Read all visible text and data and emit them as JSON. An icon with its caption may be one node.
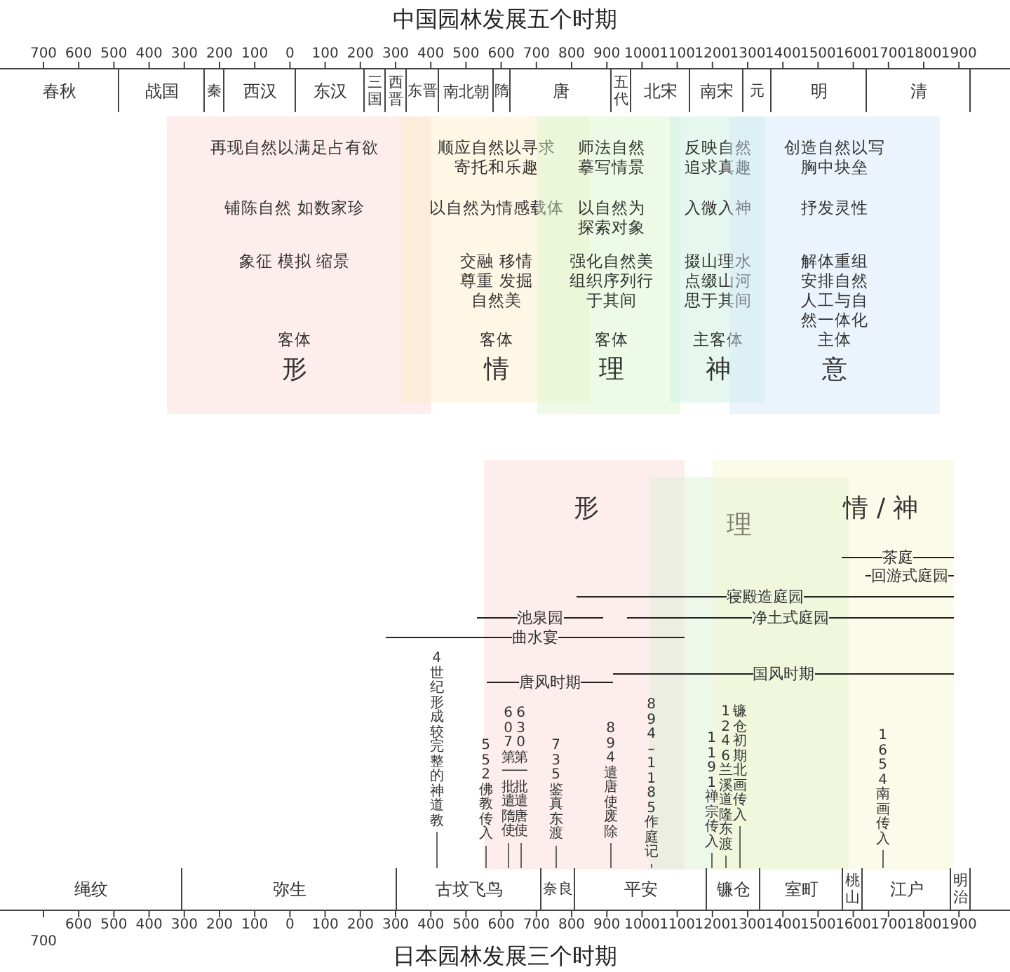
{
  "diagram": {
    "title": "中国园林发展五个时期",
    "caption": "日本园林发展三个时期",
    "nodes": [
      {
        "text": [
          "再现自然以满足占有欲",
          "铺陈自然 如数家珍",
          "象征 模拟 缩景",
          "客体",
          "形"
        ]
      },
      {
        "text": [
          "顺应自然以寻求寄托和乐趣",
          "以自然为情感载体",
          "交融 移情尊重 发掘自然美",
          "客体",
          "情"
        ]
      },
      {
        "text": [
          "师法自然摹写情景",
          "以自然为探索对象",
          "强化自然美组织序列行于其间",
          "客体",
          "理"
        ]
      },
      {
        "text": [
          "反映自然追求真趣",
          "入微入神",
          "掇山理水点缀山河思于其间",
          "主客体",
          "神"
        ]
      },
      {
        "text": [
          "创造自然以写胸中块垒",
          "抒发灵性",
          "解体重组安排自然人工与自然一体化",
          "主体",
          "意"
        ]
      },
      {
        "text": [
          "形"
        ]
      },
      {
        "text": [
          "理"
        ]
      },
      {
        "text": [
          "情 / 神"
        ]
      }
    ],
    "labels": [
      "700",
      "600",
      "500",
      "400",
      "300",
      "200",
      "100",
      "0",
      "100",
      "200",
      "300",
      "400",
      "500",
      "600",
      "700",
      "800",
      "900",
      "1000",
      "1100",
      "1200",
      "1300",
      "1400",
      "1500",
      "1600",
      "1700",
      "1800",
      "1900",
      "春秋",
      "战国",
      "秦",
      "西汉",
      "东汉",
      "三国",
      "西晋",
      "东晋",
      "南北朝",
      "隋",
      "唐",
      "五代",
      "北宋",
      "南宋",
      "元",
      "明",
      "清",
      "茶庭",
      "回游式庭园",
      "寝殿造庭园",
      "池泉园",
      "净土式庭园",
      "曲水宴",
      "唐风时期",
      "国风时期",
      "4世纪形成较完整的神道教",
      "552 佛教传入",
      "607 第一批遣隋使",
      "630 第一批遣唐使",
      "735 鉴真东渡",
      "894 遣唐使废除",
      "894–1185 作庭记",
      "1191 禅宗传入",
      "1246 兰溪道隆东渡",
      "镰仓初期北画传入",
      "1654 南画传入",
      "绳纹",
      "弥生",
      "古坟飞鸟",
      "奈良",
      "平安",
      "镰仓",
      "室町",
      "桃山",
      "江户",
      "明治",
      "700",
      "600",
      "500",
      "400",
      "300",
      "200",
      "100",
      "0",
      "100",
      "200",
      "300",
      "400",
      "500",
      "600",
      "700",
      "800",
      "900",
      "1000",
      "1100",
      "1200",
      "1300",
      "1400",
      "1500",
      "1600",
      "1700",
      "1800",
      "1900"
    ]
  }
}
